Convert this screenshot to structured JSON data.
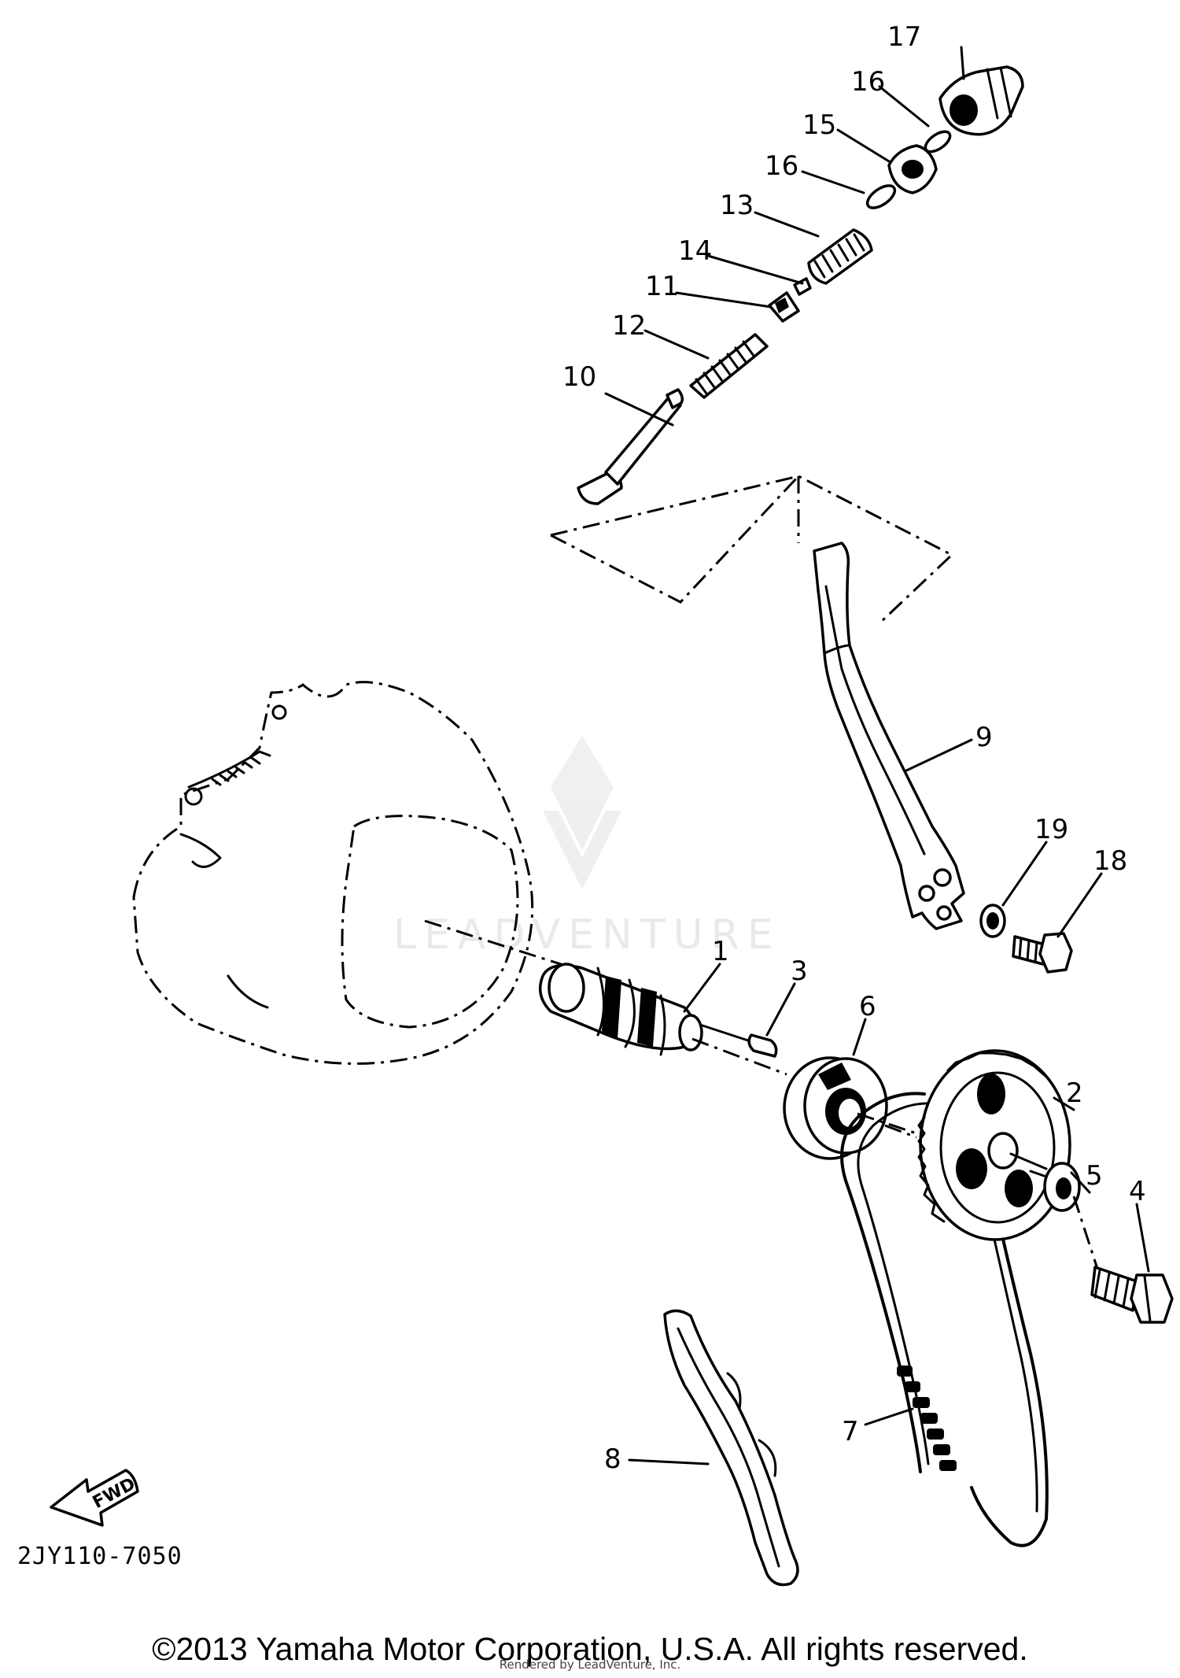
{
  "diagram": {
    "part_code": "2JY110-7050",
    "fwd_label": "FWD",
    "watermark": "LEADVENTURE",
    "callouts": {
      "c1": "1",
      "c2": "2",
      "c3": "3",
      "c4": "4",
      "c5": "5",
      "c6": "6",
      "c7": "7",
      "c8": "8",
      "c9": "9",
      "c10": "10",
      "c11": "11",
      "c12": "12",
      "c13": "13",
      "c14": "14",
      "c15": "15",
      "c16a": "16",
      "c16b": "16",
      "c17": "17",
      "c18": "18",
      "c19": "19"
    }
  },
  "footer": {
    "copyright": "©2013 Yamaha Motor Corporation, U.S.A. All rights reserved.",
    "rendered_by": "Rendered by LeadVenture, Inc."
  }
}
